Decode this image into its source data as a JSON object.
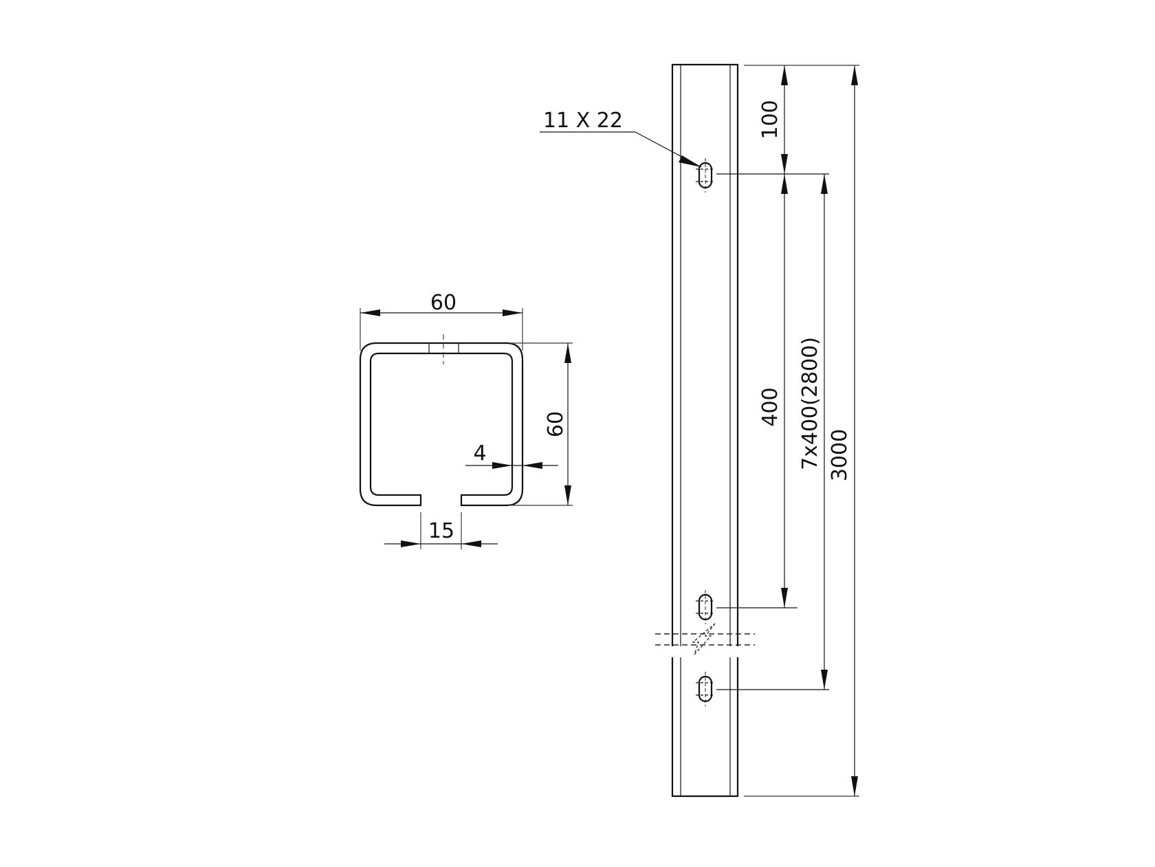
{
  "drawing": {
    "type": "technical-drawing",
    "subject": "C-profile rail with slotted mounting holes",
    "section_view": {
      "width_label": "60",
      "height_label": "60",
      "wall_thickness_label": "4",
      "slot_opening_label": "15"
    },
    "side_view": {
      "slot_callout": "11 X 22",
      "first_hole_offset_label": "100",
      "hole_pitch_label": "400",
      "hole_pattern_label": "7x400(2800)",
      "overall_length_label": "3000"
    }
  }
}
